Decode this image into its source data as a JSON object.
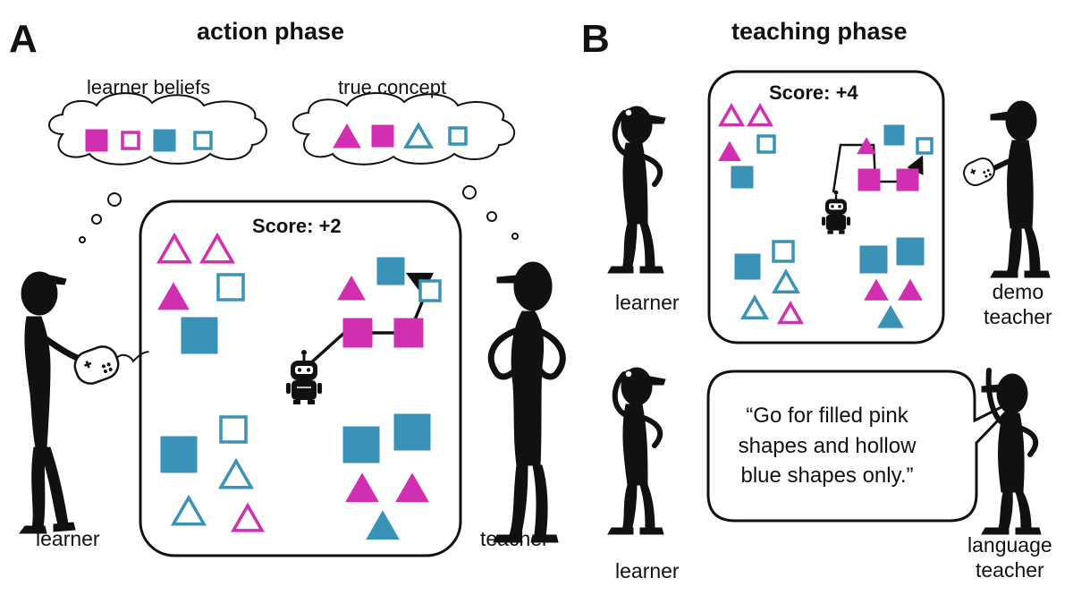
{
  "colors": {
    "pink": "#cf2fb0",
    "blue": "#3a93b6",
    "ink": "#111111"
  },
  "panel_a": {
    "letter": "A",
    "title": "action phase",
    "learner_beliefs_label": "learner beliefs",
    "true_concept_label": "true concept",
    "score": "Score: +2",
    "learner_label": "learner",
    "teacher_label": "teacher"
  },
  "panel_b": {
    "letter": "B",
    "title": "teaching phase",
    "score": "Score: +4",
    "learner_top_label": "learner",
    "demo_teacher_label": [
      "demo",
      "teacher"
    ],
    "learner_bottom_label": "learner",
    "language_teacher_label": [
      "language",
      "teacher"
    ],
    "speech": [
      "“Go for filled pink",
      "shapes and hollow",
      "blue shapes only.”"
    ]
  }
}
